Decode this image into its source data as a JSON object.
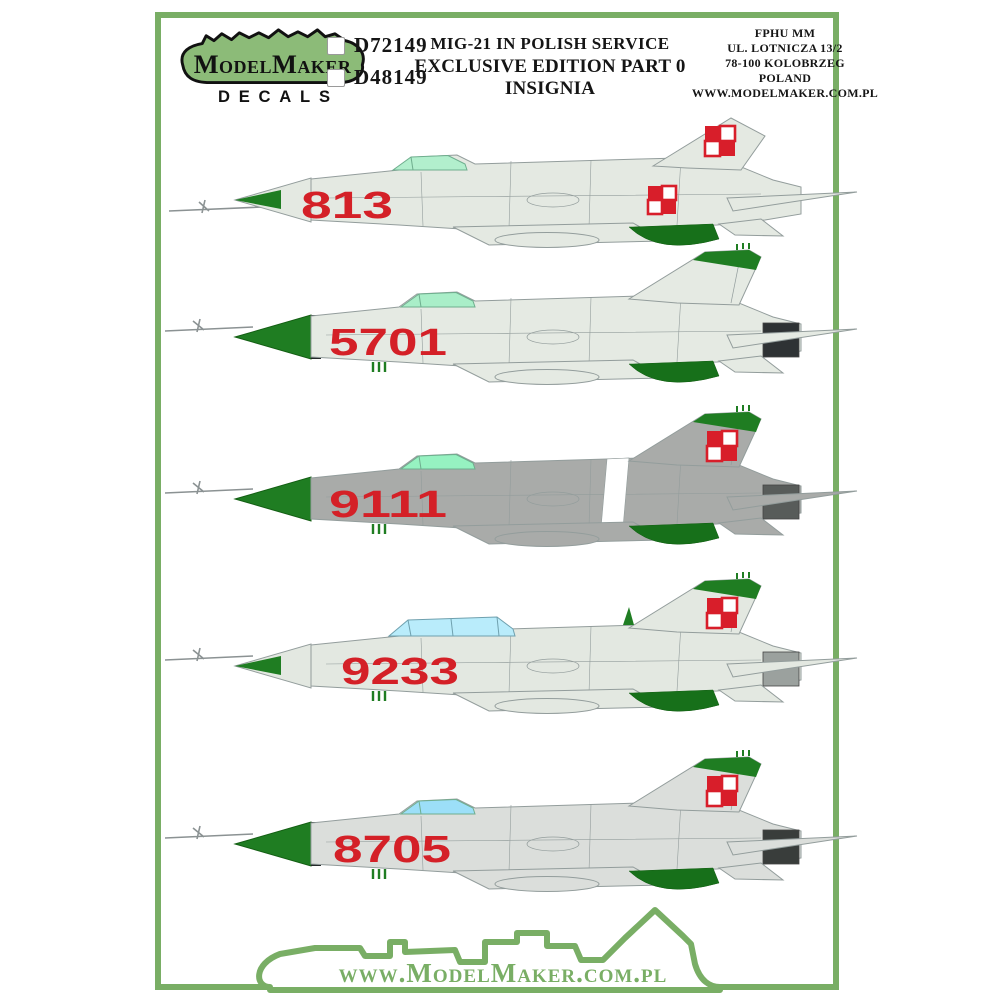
{
  "brand": {
    "logo_name": "ModelMaker",
    "logo_sub": "DECALS",
    "footer_url": "www.ModelMaker.com.pl"
  },
  "header": {
    "product_codes": [
      "D72149",
      "D48149"
    ],
    "title_line1": "MIG-21 IN POLISH SERVICE",
    "title_line2": "EXCLUSIVE EDITION PART 0 INSIGNIA",
    "address_lines": [
      "FPHU MM",
      "UL. LOTNICZA 13/2",
      "78-100 KOLOBRZEG",
      "POLAND",
      "WWW.MODELMAKER.COM.PL"
    ]
  },
  "colors": {
    "frame_green": "#79ae65",
    "logo_green": "#8cbb78",
    "detail_green": "#1f7d22",
    "belly_green": "#17701a",
    "insignia_red": "#d81e2a",
    "number_red": "#d42027",
    "outline_gray": "#939d9c",
    "ink": "#151515"
  },
  "aircraft": [
    {
      "tactical_number": "813",
      "body_color": "#e4e9e2",
      "canopy_style": "single",
      "canopy_color": "#b2efcd",
      "nose_cone": "tip",
      "nose_band": false,
      "white_band": false,
      "fin_tip_green": false,
      "fin_checkerboard": true,
      "fuselage_checkerboard": true,
      "exhaust_color": "",
      "belly_green": true,
      "green_antennas": false,
      "spine_antenna": false
    },
    {
      "tactical_number": "5701",
      "body_color": "#e5eae3",
      "canopy_style": "single",
      "canopy_color": "#a9eec8",
      "nose_cone": "full",
      "nose_band": true,
      "white_band": false,
      "fin_tip_green": true,
      "fin_checkerboard": false,
      "fuselage_checkerboard": false,
      "exhaust_color": "#2e3234",
      "belly_green": true,
      "green_antennas": true,
      "spine_antenna": false
    },
    {
      "tactical_number": "9111",
      "body_color": "#a9aba9",
      "canopy_style": "single",
      "canopy_color": "#96f2c1",
      "nose_cone": "full",
      "nose_band": false,
      "white_band": true,
      "fin_tip_green": true,
      "fin_checkerboard": true,
      "fuselage_checkerboard": false,
      "exhaust_color": "#585c5a",
      "belly_green": true,
      "green_antennas": true,
      "spine_antenna": false
    },
    {
      "tactical_number": "9233",
      "body_color": "#e3e8e1",
      "canopy_style": "double",
      "canopy_color": "#b9ecfb",
      "nose_cone": "tip",
      "nose_band": false,
      "white_band": false,
      "fin_tip_green": true,
      "fin_checkerboard": true,
      "fuselage_checkerboard": false,
      "exhaust_color": "#9ba19e",
      "belly_green": true,
      "green_antennas": true,
      "spine_antenna": true
    },
    {
      "tactical_number": "8705",
      "body_color": "#dbdedb",
      "canopy_style": "single",
      "canopy_color": "#9cdff8",
      "nose_cone": "full",
      "nose_band": true,
      "white_band": false,
      "fin_tip_green": true,
      "fin_checkerboard": true,
      "fuselage_checkerboard": false,
      "exhaust_color": "#393d3b",
      "belly_green": true,
      "green_antennas": true,
      "spine_antenna": false
    }
  ]
}
